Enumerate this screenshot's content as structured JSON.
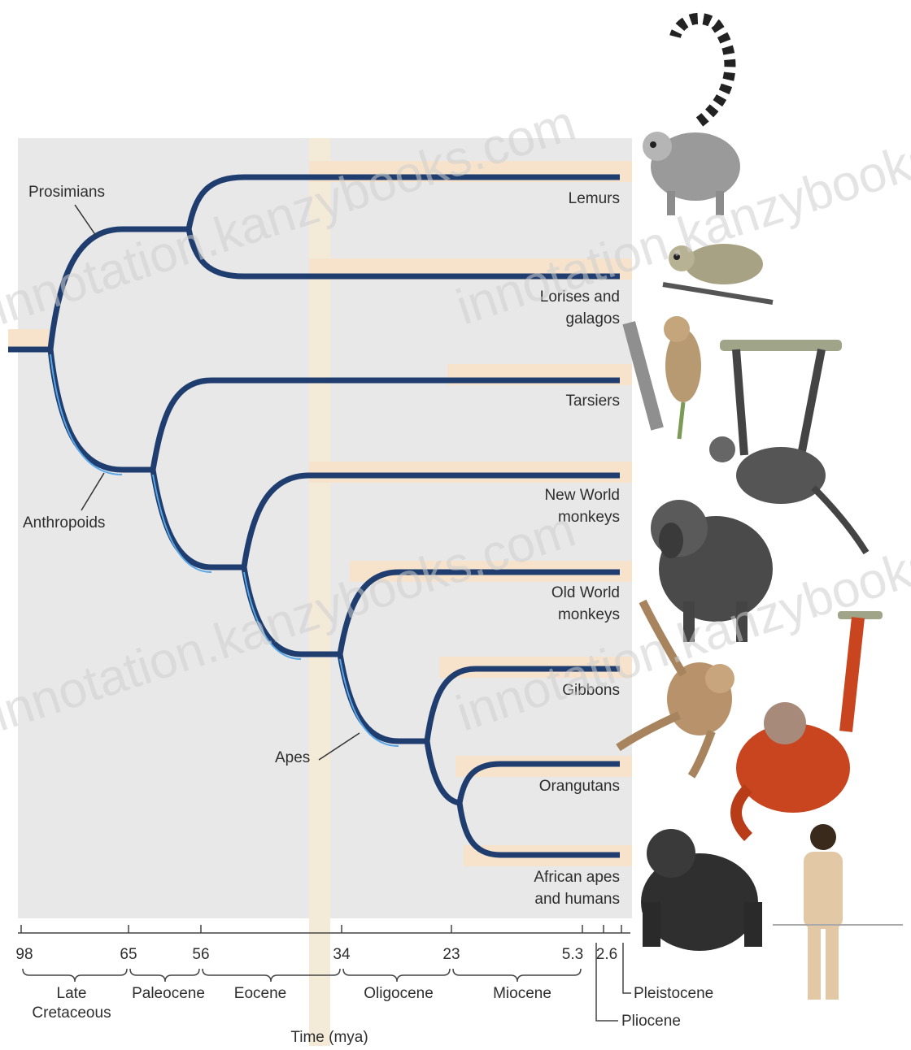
{
  "clades": {
    "prosimians": "Prosimians",
    "anthropoids": "Anthropoids",
    "apes": "Apes"
  },
  "leaves": [
    {
      "line1": "Lemurs",
      "line2": ""
    },
    {
      "line1": "Lorises and",
      "line2": "galagos"
    },
    {
      "line1": "Tarsiers",
      "line2": ""
    },
    {
      "line1": "New World",
      "line2": "monkeys"
    },
    {
      "line1": "Old World",
      "line2": "monkeys"
    },
    {
      "line1": "Gibbons",
      "line2": ""
    },
    {
      "line1": "Orangutans",
      "line2": ""
    },
    {
      "line1": "African apes",
      "line2": "and humans"
    }
  ],
  "time_axis": {
    "ticks": [
      "98",
      "65",
      "56",
      "34",
      "23",
      "5.3",
      "2.6"
    ],
    "epochs": [
      {
        "line1": "Late",
        "line2": "Cretaceous"
      },
      {
        "line1": "Paleocene",
        "line2": ""
      },
      {
        "line1": "Eocene",
        "line2": ""
      },
      {
        "line1": "Oligocene",
        "line2": ""
      },
      {
        "line1": "Miocene",
        "line2": ""
      }
    ],
    "pleistocene": "Pleistocene",
    "pliocene": "Pliocene",
    "title": "Time (mya)"
  },
  "animals": [
    "ring-tailed-lemur",
    "loris",
    "tarsier",
    "spider-monkey",
    "mandrill",
    "gibbon",
    "orangutan",
    "gorilla",
    "human"
  ],
  "watermark": "innotation.kanzybooks.com",
  "colors": {
    "panel": "#e8e8e8",
    "band": "#f7e6d4",
    "branch_dark": "#1f3d6e",
    "branch_light": "#4a8fd0",
    "text": "#2e2e2e"
  }
}
